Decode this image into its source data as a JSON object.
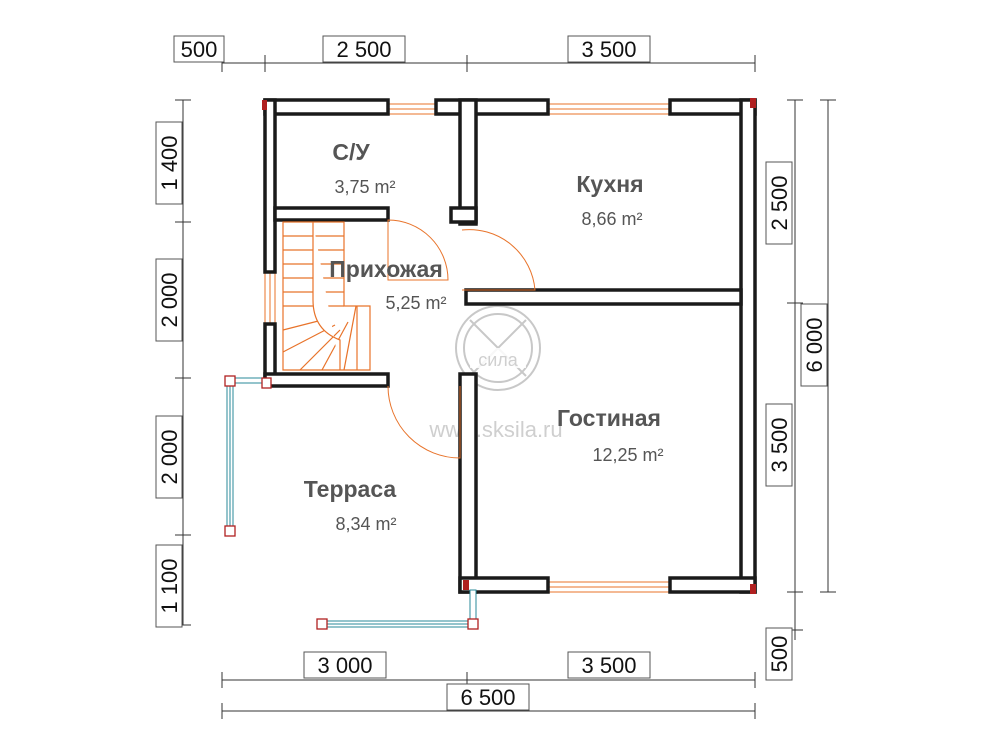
{
  "rooms": {
    "su": {
      "name": "С/У",
      "area": "3,75 m²"
    },
    "kitchen": {
      "name": "Кухня",
      "area": "8,66 m²"
    },
    "hall": {
      "name": "Прихожая",
      "area": "5,25 m²"
    },
    "living": {
      "name": "Гостиная",
      "area": "12,25 m²"
    },
    "terrace": {
      "name": "Терраса",
      "area": "8,34 m²"
    }
  },
  "dimensions": {
    "top": [
      "500",
      "2 500",
      "3 500"
    ],
    "bottom": [
      "3 000",
      "3 500"
    ],
    "bottom_total": "6 500",
    "left": [
      "1 400",
      "2 000",
      "2 000",
      "1 100"
    ],
    "right": [
      "2 500",
      "3 500",
      "500"
    ],
    "right_total": "6 000"
  },
  "watermark": {
    "logo_text": "сила",
    "url": "www.sksila.ru"
  },
  "colors": {
    "wall": "#1a1a1a",
    "accent_orange": "#e8732a",
    "railing": "#2a8a9a",
    "post": "#b02020"
  }
}
